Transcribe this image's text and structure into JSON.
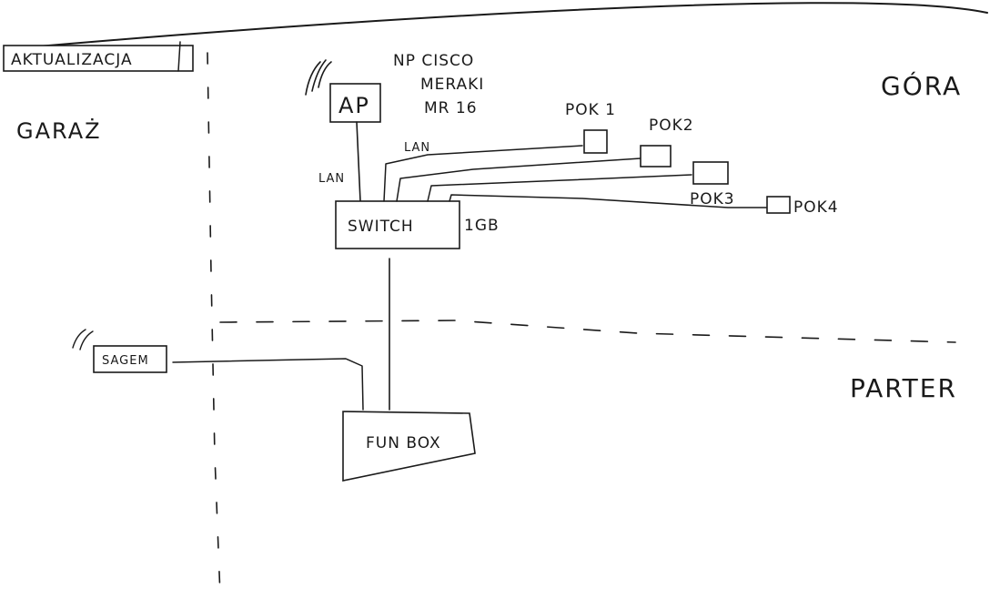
{
  "colors": {
    "ink": "#1a1a1a",
    "paper": "#ffffff"
  },
  "header_box": "AKTUALIZACJA",
  "zones": {
    "garaz": "GARAŻ",
    "gora": "GÓRA",
    "parter": "PARTER"
  },
  "nodes": {
    "ap": "AP",
    "ap_model": [
      "NP CISCO",
      "MERAKI",
      "MR 16"
    ],
    "switch": "SWITCH",
    "switch_speed": "1GB",
    "funbox": "FUN BOX",
    "sagem": "SAGEM"
  },
  "rooms": [
    "POK 1",
    "POK2",
    "POK3",
    "POK4"
  ],
  "links": {
    "ap_switch": "LAN",
    "switch_rooms": "LAN"
  }
}
